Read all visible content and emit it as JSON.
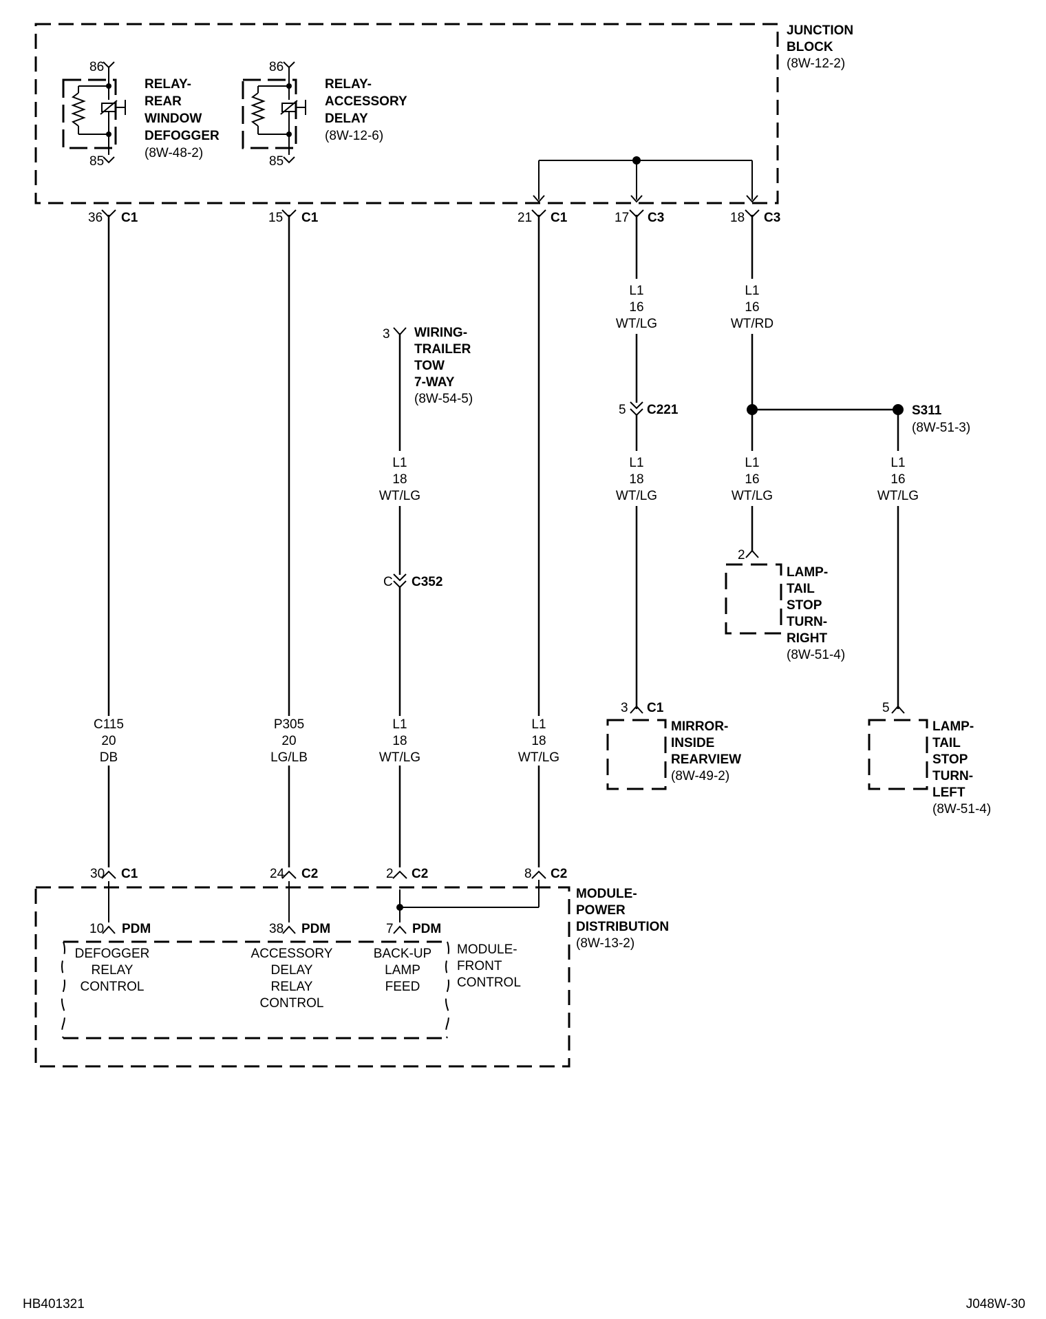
{
  "junction_block": {
    "title_line1": "JUNCTION",
    "title_line2": "BLOCK",
    "ref": "(8W-12-2)"
  },
  "relays": [
    {
      "pin_top": "86",
      "pin_bottom": "85",
      "label": [
        "RELAY-",
        "REAR",
        "WINDOW",
        "DEFOGGER"
      ],
      "ref": "(8W-48-2)"
    },
    {
      "pin_top": "86",
      "pin_bottom": "85",
      "label": [
        "RELAY-",
        "ACCESSORY",
        "DELAY"
      ],
      "ref": "(8W-12-6)"
    }
  ],
  "jb_connectors": [
    {
      "pin": "36",
      "conn": "C1"
    },
    {
      "pin": "15",
      "conn": "C1"
    },
    {
      "pin": "21",
      "conn": "C1"
    },
    {
      "pin": "17",
      "conn": "C3"
    },
    {
      "pin": "18",
      "conn": "C3"
    }
  ],
  "trailer_tow": {
    "pin": "3",
    "label": [
      "WIRING-",
      "TRAILER",
      "TOW",
      "7-WAY"
    ],
    "ref": "(8W-54-5)"
  },
  "wires": {
    "jb_17_top": [
      "L1",
      "16",
      "WT/LG"
    ],
    "jb_18_top": [
      "L1",
      "16",
      "WT/RD"
    ],
    "trailer_upper": [
      "L1",
      "18",
      "WT/LG"
    ],
    "mirror_feed": [
      "L1",
      "18",
      "WT/LG"
    ],
    "right_lamp_feed": [
      "L1",
      "16",
      "WT/LG"
    ],
    "left_lamp_feed": [
      "L1",
      "16",
      "WT/LG"
    ],
    "defogger": [
      "C115",
      "20",
      "DB"
    ],
    "accessory": [
      "P305",
      "20",
      "LG/LB"
    ],
    "backup_lower": [
      "L1",
      "18",
      "WT/LG"
    ],
    "jb_21": [
      "L1",
      "18",
      "WT/LG"
    ]
  },
  "inline_connectors": {
    "c221": {
      "pin": "5",
      "conn": "C221"
    },
    "c352": {
      "pin": "C",
      "conn": "C352"
    }
  },
  "splice": {
    "name": "S311",
    "ref": "(8W-51-3)"
  },
  "lamp_right": {
    "pin": "2",
    "label": [
      "LAMP-",
      "TAIL",
      "STOP",
      "TURN-",
      "RIGHT"
    ],
    "ref": "(8W-51-4)"
  },
  "mirror": {
    "pin": "3",
    "conn": "C1",
    "label": [
      "MIRROR-",
      "INSIDE",
      "REARVIEW"
    ],
    "ref": "(8W-49-2)"
  },
  "lamp_left": {
    "pin": "5",
    "label": [
      "LAMP-",
      "TAIL",
      "STOP",
      "TURN-",
      "LEFT"
    ],
    "ref": "(8W-51-4)"
  },
  "pdm_connectors": [
    {
      "pin": "30",
      "conn": "C1"
    },
    {
      "pin": "24",
      "conn": "C2"
    },
    {
      "pin": "2",
      "conn": "C2"
    },
    {
      "pin": "8",
      "conn": "C2"
    }
  ],
  "pdm": {
    "label": [
      "MODULE-",
      "POWER",
      "DISTRIBUTION"
    ],
    "ref": "(8W-13-2)"
  },
  "pdm_internal": [
    {
      "pin": "10",
      "tag": "PDM",
      "func": [
        "DEFOGGER",
        "RELAY",
        "CONTROL"
      ]
    },
    {
      "pin": "38",
      "tag": "PDM",
      "func": [
        "ACCESSORY",
        "DELAY",
        "RELAY",
        "CONTROL"
      ]
    },
    {
      "pin": "7",
      "tag": "PDM",
      "func": [
        "BACK-UP",
        "LAMP",
        "FEED"
      ]
    }
  ],
  "front_control": {
    "label": [
      "MODULE-",
      "FRONT",
      "CONTROL"
    ]
  },
  "footer": {
    "left_code": "HB401321",
    "right_code": "J048W-30"
  }
}
